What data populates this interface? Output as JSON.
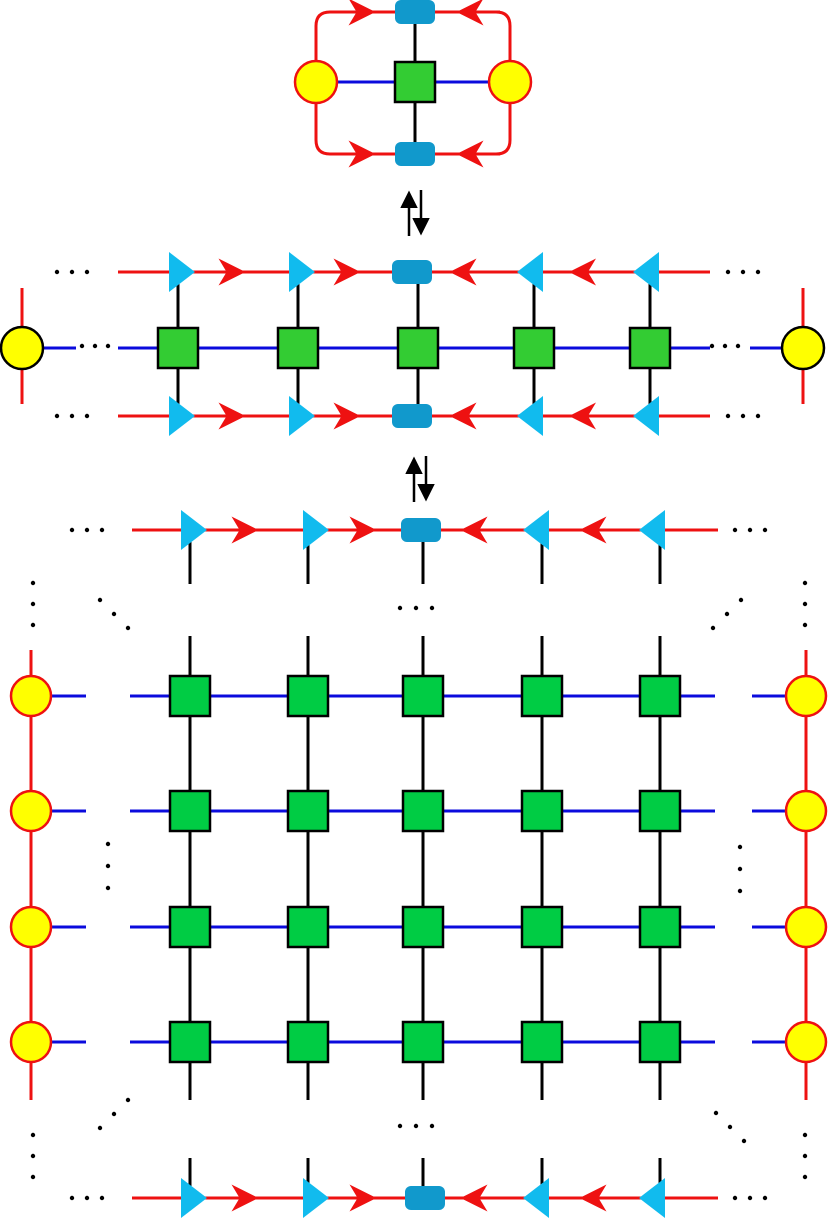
{
  "figure": {
    "description_visible_text": [],
    "colors": {
      "background": "#ffffff",
      "virtual_bond": "#ee1111",
      "physical_bond": "#0b0bdd",
      "vertical_bond": "#000000",
      "corner_fill": "#ffff00",
      "corner_stroke_red": "#ee1111",
      "corner_stroke_black": "#000000",
      "site_tensor_light": "#33cc33",
      "site_tensor_bright": "#00cc44",
      "site_tensor_stroke": "#000000",
      "connector_pill": "#1199cc",
      "isometry_triangle": "#11bbee",
      "arrow_black": "#000000"
    },
    "panels": [
      {
        "name": "top-panel",
        "elements": [
          "left-corner-tensor",
          "right-corner-tensor",
          "center-site-tensor",
          "top-pill",
          "bottom-pill"
        ]
      },
      {
        "name": "middle-panel",
        "site_tensor_count": 5,
        "triangle_count_per_row": 4,
        "corner_tensor_count": 2
      },
      {
        "name": "bottom-panel",
        "grid_rows": 4,
        "grid_cols": 5,
        "edge_tensors_per_side": 4
      }
    ],
    "equivalence_arrows": [
      {
        "name": "arrow-pair-1",
        "icon": "up-down-arrows"
      },
      {
        "name": "arrow-pair-2",
        "icon": "up-down-arrows"
      }
    ],
    "ellipsis_glyph": "· · ·"
  }
}
